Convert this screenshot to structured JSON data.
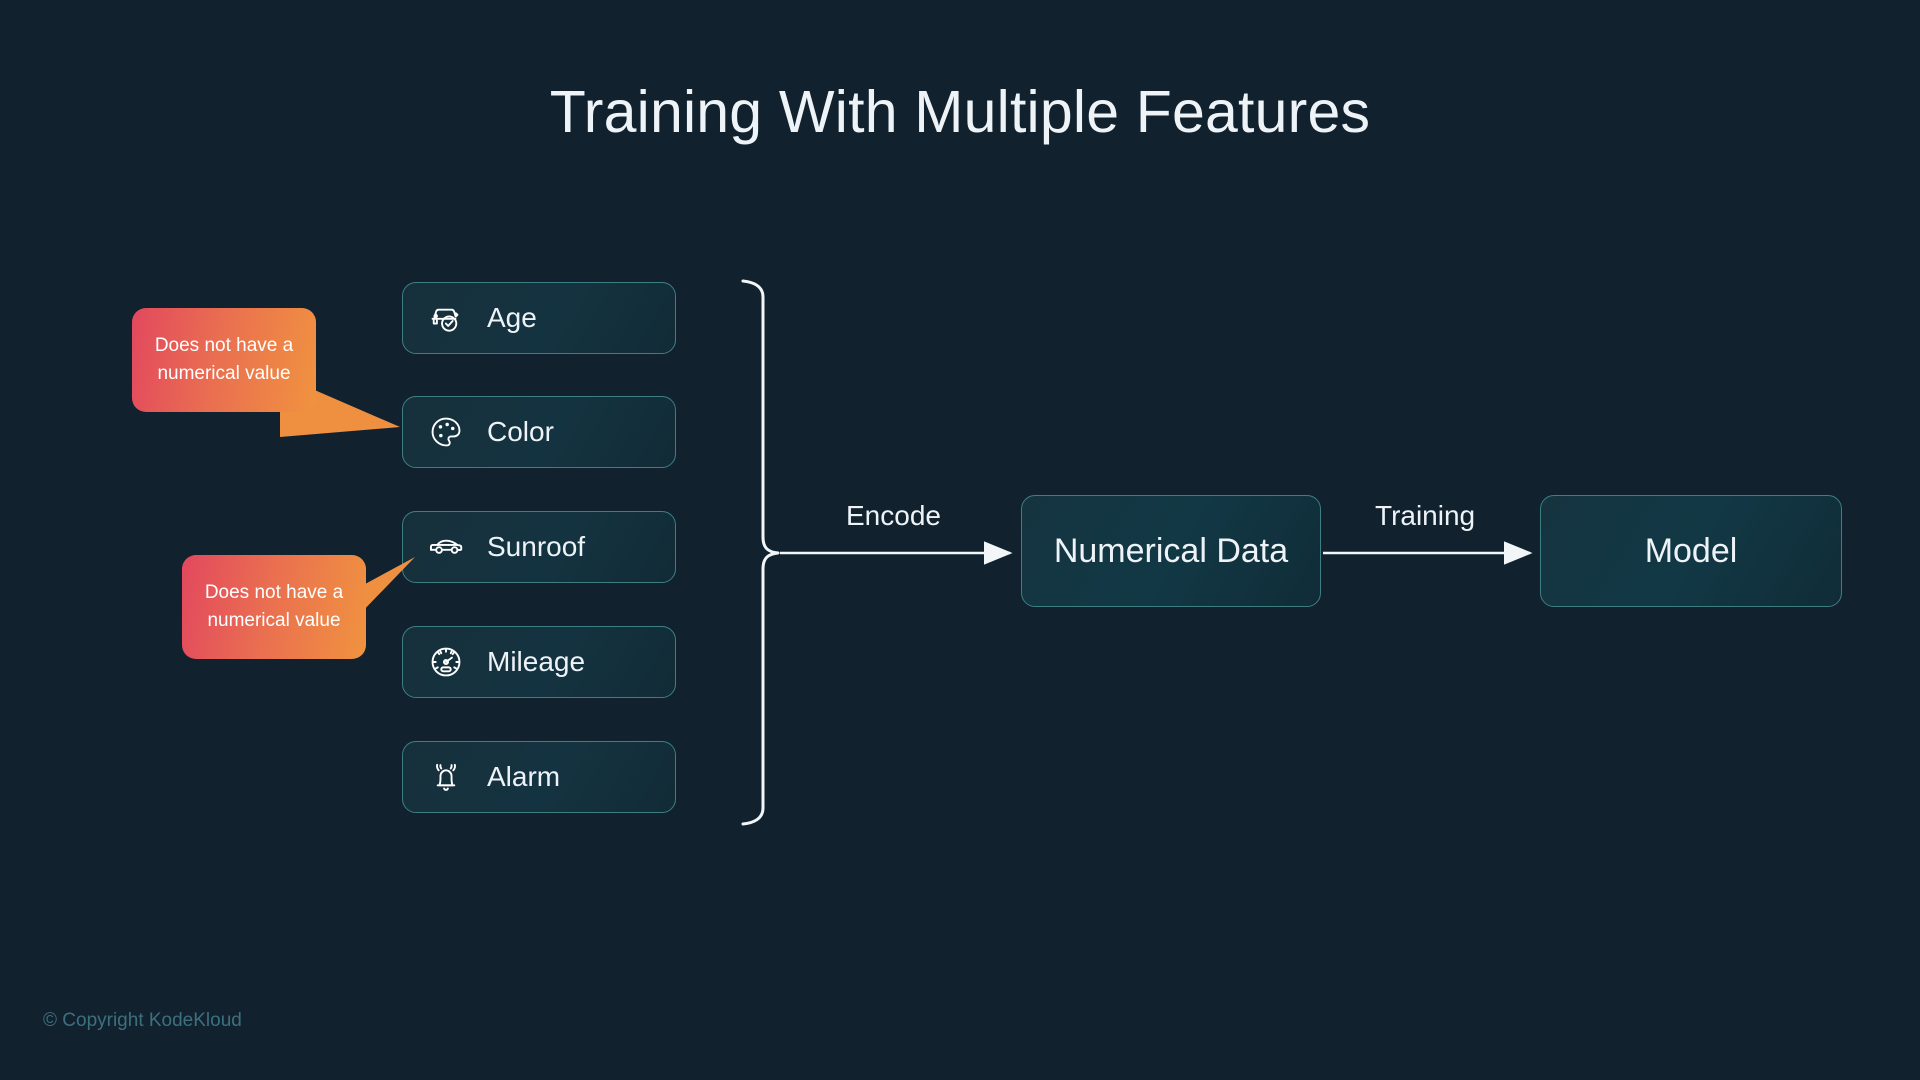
{
  "slide": {
    "title": "Training With Multiple Features",
    "background_color": "#11222e",
    "footer": "© Copyright KodeKloud"
  },
  "features": [
    {
      "label": "Age",
      "icon": "car-check-icon"
    },
    {
      "label": "Color",
      "icon": "palette-icon"
    },
    {
      "label": "Sunroof",
      "icon": "convertible-car-icon"
    },
    {
      "label": "Mileage",
      "icon": "speedometer-icon"
    },
    {
      "label": "Alarm",
      "icon": "alarm-bell-icon"
    }
  ],
  "callouts": [
    {
      "text": "Does not have a numerical value",
      "points_to": "Color"
    },
    {
      "text": "Does not have a numerical value",
      "points_to": "Sunroof"
    }
  ],
  "flow": {
    "encode_label": "Encode",
    "training_label": "Training",
    "numerical_data": "Numerical Data",
    "model": "Model"
  },
  "colors": {
    "background": "#11222e",
    "box_border": "#3e7f84",
    "text": "#eef3f7",
    "callout_start": "#e2485e",
    "callout_end": "#f0933f",
    "footer_text": "#3d707f"
  }
}
